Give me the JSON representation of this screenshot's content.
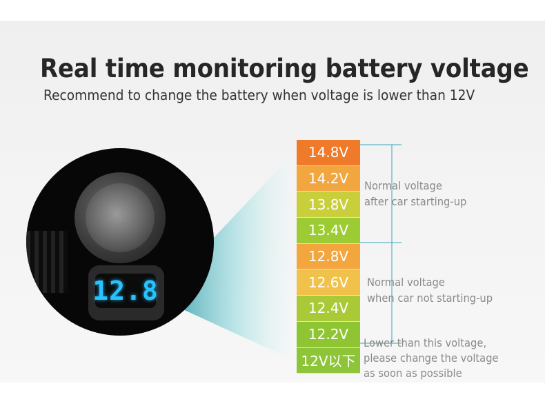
{
  "headline": "Real time monitoring battery voltage",
  "subline": "Recommend to change the battery when voltage is lower than 12V",
  "device": {
    "display_reading": "12.8",
    "display_color": "#28c3ff"
  },
  "voltage_scale": [
    {
      "label": "14.8V",
      "color": "#ee7a2a"
    },
    {
      "label": "14.2V",
      "color": "#f2a640"
    },
    {
      "label": "13.8V",
      "color": "#c9cf3b"
    },
    {
      "label": "13.4V",
      "color": "#9ccb34"
    },
    {
      "label": "12.8V",
      "color": "#f3a53e"
    },
    {
      "label": "12.6V",
      "color": "#f1c24b"
    },
    {
      "label": "12.4V",
      "color": "#a9ca36"
    },
    {
      "label": "12.2V",
      "color": "#8fc532"
    },
    {
      "label": "12V以下",
      "color": "#8dc438"
    }
  ],
  "notes": {
    "after_start": [
      "Normal voltage",
      "after car starting-up"
    ],
    "not_started": [
      "Normal voltage",
      "when car not starting-up"
    ],
    "low": [
      "Lower than this voltage,",
      "please change the voltage",
      "as soon as possible"
    ]
  },
  "colors": {
    "bracket_line": "#3aa6b8",
    "beam": "#7fd3d7"
  }
}
